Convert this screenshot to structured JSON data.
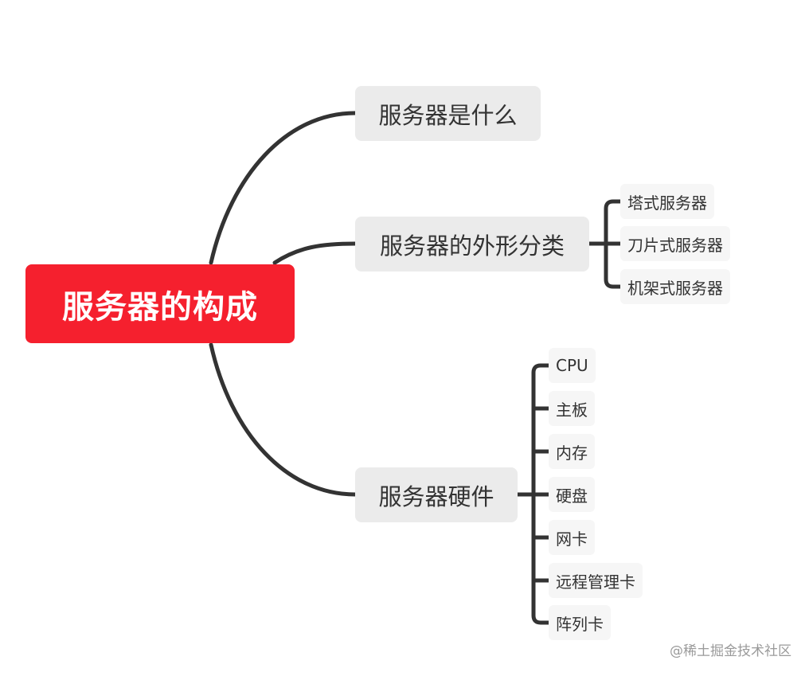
{
  "root": "服务器的构成",
  "branches": [
    {
      "label": "服务器是什么",
      "children": []
    },
    {
      "label": "服务器的外形分类",
      "children": [
        "塔式服务器",
        "刀片式服务器",
        "机架式服务器"
      ]
    },
    {
      "label": "服务器硬件",
      "children": [
        "CPU",
        "主板",
        "内存",
        "硬盘",
        "网卡",
        "远程管理卡",
        "阵列卡"
      ]
    }
  ],
  "watermark": "@稀土掘金技术社区",
  "colors": {
    "root_background": "#f5202e",
    "root_text": "#ffffff",
    "main_node_background": "#ebebeb",
    "leaf_node_background": "#f6f6f6",
    "connector": "#333333"
  }
}
